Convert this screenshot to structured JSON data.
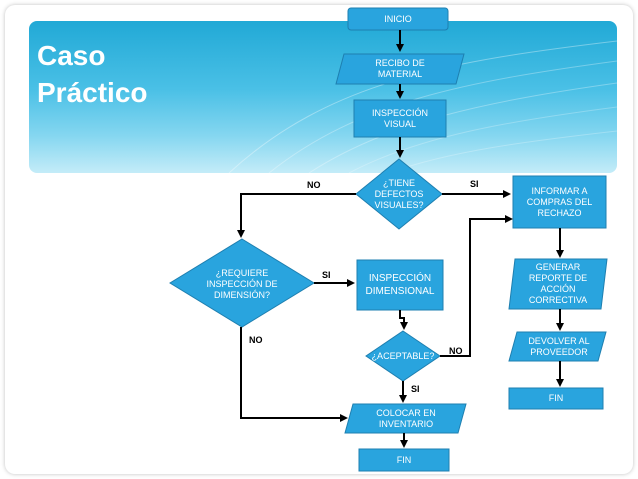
{
  "slide": {
    "title_line1": "Caso",
    "title_line2": "Práctico"
  },
  "colors": {
    "node_fill": "#29A4DE",
    "node_border": "#1E7FB0",
    "title_text": "#FFFFFF",
    "arrow": "#000000"
  },
  "nodes": {
    "inicio": "INICIO",
    "recibo": "RECIBO DE MATERIAL",
    "inspeccion_visual": "INSPECCIÓN VISUAL",
    "defectos": "¿TIENE DEFECTOS VISUALES?",
    "informar": "INFORMAR A COMPRAS DEL RECHAZO",
    "requiere": "¿REQUIERE INSPECCIÓN DE DIMENSIÓN?",
    "insp_dimensional": "INSPECCIÓN DIMENSIONAL",
    "generar": "GENERAR REPORTE DE ACCIÓN CORRECTIVA",
    "aceptable": "¿ACEPTABLE?",
    "devolver": "DEVOLVER AL PROVEEDOR",
    "fin_right": "FIN",
    "colocar": "COLOCAR EN INVENTARIO",
    "fin_bottom": "FIN"
  },
  "edge_labels": {
    "defectos_no": "NO",
    "defectos_si": "SI",
    "requiere_si": "SI",
    "requiere_no": "NO",
    "aceptable_no": "NO",
    "aceptable_si": "SI"
  }
}
